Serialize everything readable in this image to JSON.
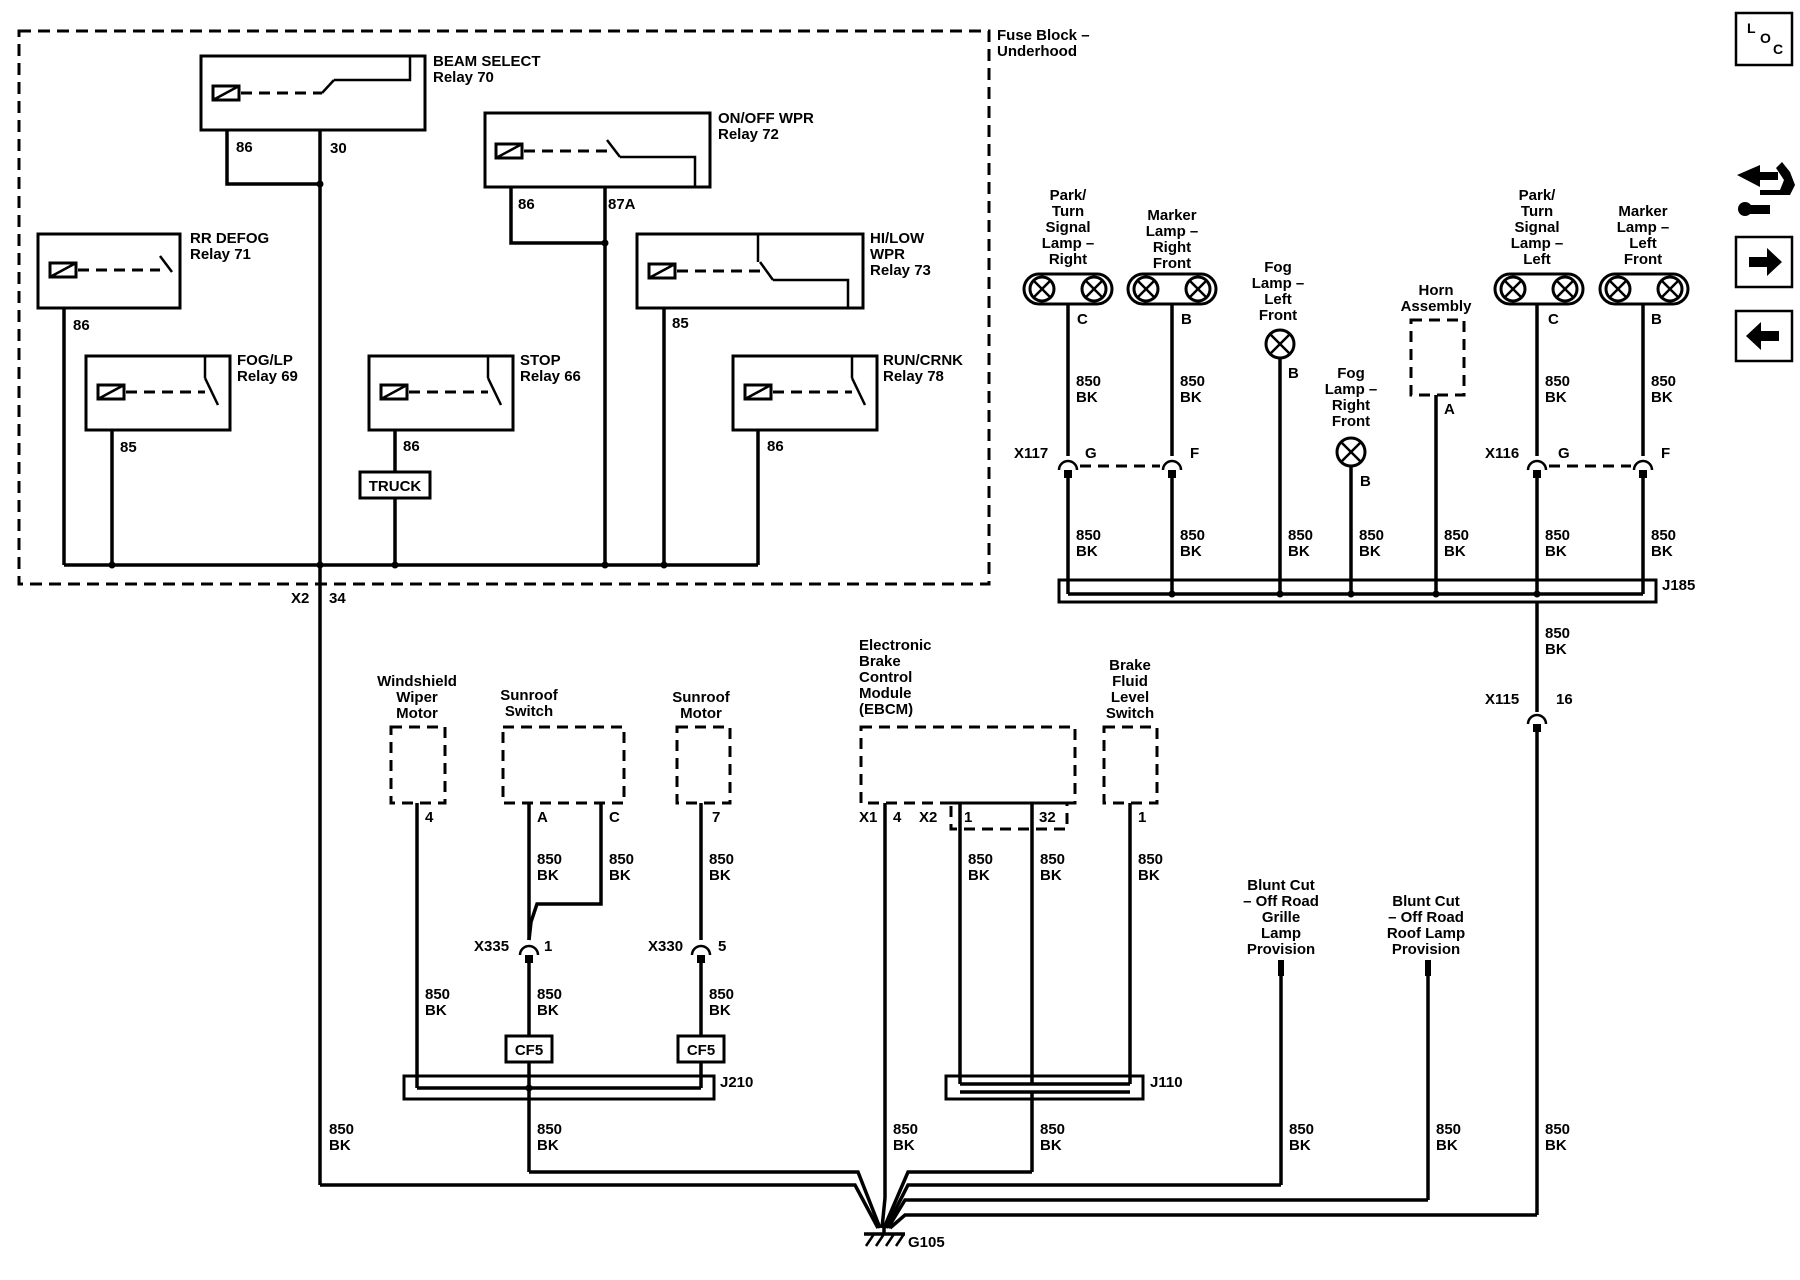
{
  "fuse_block": {
    "line1": "Fuse Block –",
    "line2": "Underhood"
  },
  "relays": {
    "beam_select": {
      "line1": "BEAM SELECT",
      "line2": "Relay 70",
      "pin_a": "86",
      "pin_b": "30"
    },
    "onoff_wpr": {
      "line1": "ON/OFF WPR",
      "line2": "Relay 72",
      "pin_a": "86",
      "pin_b": "87A"
    },
    "rr_defog": {
      "line1": "RR DEFOG",
      "line2": "Relay 71",
      "pin": "86"
    },
    "hilow_wpr": {
      "line1": "HI/LOW",
      "line2": "WPR",
      "line3": "Relay 73",
      "pin": "85"
    },
    "fog_lp": {
      "line1": "FOG/LP",
      "line2": "Relay 69",
      "pin": "85"
    },
    "stop": {
      "line1": "STOP",
      "line2": "Relay 66",
      "pin": "86"
    },
    "run_crnk": {
      "line1": "RUN/CRNK",
      "line2": "Relay 78",
      "pin": "86"
    }
  },
  "truck_label": "TRUCK",
  "fuse_connector": {
    "name": "X2",
    "pin": "34"
  },
  "wire": {
    "gauge": "850",
    "color": "BK"
  },
  "lamps": {
    "park_right": {
      "lines": [
        "Park/",
        "Turn",
        "Signal",
        "Lamp –",
        "Right"
      ],
      "pin": "C"
    },
    "marker_right": {
      "lines": [
        "Marker",
        "Lamp –",
        "Right",
        "Front"
      ],
      "pin": "B"
    },
    "fog_left": {
      "lines": [
        "Fog",
        "Lamp –",
        "Left",
        "Front"
      ],
      "pin": "B"
    },
    "fog_right": {
      "lines": [
        "Fog",
        "Lamp –",
        "Right",
        "Front"
      ],
      "pin": "B"
    },
    "horn": {
      "lines": [
        "Horn",
        "Assembly"
      ],
      "pin": "A"
    },
    "park_left": {
      "lines": [
        "Park/",
        "Turn",
        "Signal",
        "Lamp –",
        "Left"
      ],
      "pin": "C"
    },
    "marker_left": {
      "lines": [
        "Marker",
        "Lamp –",
        "Left",
        "Front"
      ],
      "pin": "B"
    }
  },
  "connectors": {
    "x117": {
      "name": "X117",
      "pin_a": "G",
      "pin_b": "F"
    },
    "x116": {
      "name": "X116",
      "pin_a": "G",
      "pin_b": "F"
    },
    "x115": {
      "name": "X115",
      "pin": "16"
    },
    "x335": {
      "name": "X335",
      "pin": "1"
    },
    "x330": {
      "name": "X330",
      "pin": "5"
    }
  },
  "splices": {
    "j185": "J185",
    "j210": "J210",
    "j110": "J110",
    "cf5": "CF5"
  },
  "components": {
    "wiper_motor": {
      "lines": [
        "Windshield",
        "Wiper",
        "Motor"
      ],
      "pin": "4"
    },
    "sunroof_switch": {
      "lines": [
        "Sunroof",
        "Switch"
      ],
      "pin_a": "A",
      "pin_c": "C"
    },
    "sunroof_motor": {
      "lines": [
        "Sunroof",
        "Motor"
      ],
      "pin": "7"
    },
    "ebcm": {
      "lines": [
        "Electronic",
        "Brake",
        "Control",
        "Module",
        "(EBCM)"
      ],
      "x1": "X1",
      "x1_pin": "4",
      "x2": "X2",
      "x2_pin1": "1",
      "x2_pin2": "32"
    },
    "brake_fluid": {
      "lines": [
        "Brake",
        "Fluid",
        "Level",
        "Switch"
      ],
      "pin": "1"
    },
    "grille_lamp": {
      "lines": [
        "Blunt Cut",
        "– Off Road",
        "Grille",
        "Lamp",
        "Provision"
      ]
    },
    "roof_lamp": {
      "lines": [
        "Blunt Cut",
        "– Off Road",
        "Roof Lamp",
        "Provision"
      ]
    }
  },
  "ground": {
    "name": "G105"
  },
  "nav": {
    "loc": {
      "l": "L",
      "o": "O",
      "c": "C"
    },
    "icons": [
      "component-locator-icon",
      "diagnostic-tool-icon",
      "next-arrow-icon",
      "previous-arrow-icon"
    ]
  }
}
